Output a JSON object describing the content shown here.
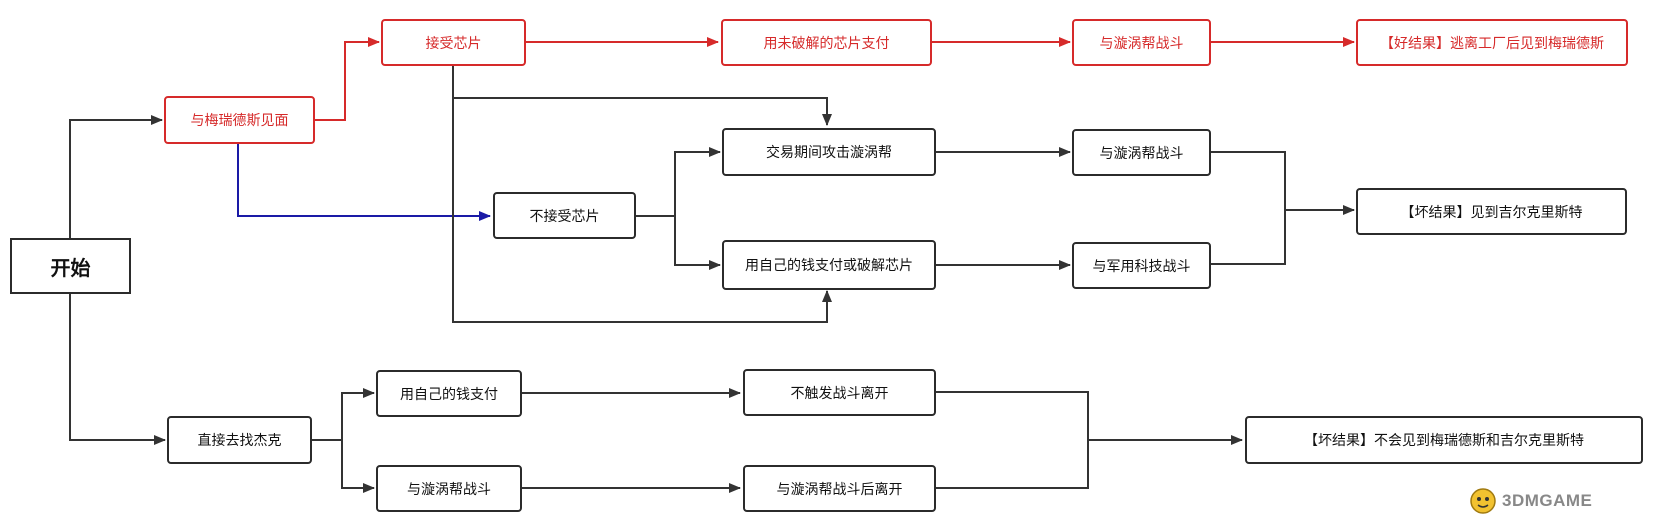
{
  "colors": {
    "default_line": "#333333",
    "red_path": "#d62a2a",
    "blue_path": "#1a1aa6"
  },
  "nodes": {
    "start": "开始",
    "meet_mereditz": "与梅瑞德斯见面",
    "accept_chip": "接受芯片",
    "pay_uncracked_chip": "用未破解的芯片支付",
    "fight_vortex_red": "与漩涡帮战斗",
    "good_end": "【好结果】逃离工厂后见到梅瑞德斯",
    "attack_during_trade": "交易期间攻击漩涡帮",
    "fight_vortex_mid": "与漩涡帮战斗",
    "reject_chip": "不接受芯片",
    "bad_end_1": "【坏结果】见到吉尔克里斯特",
    "pay_own_or_crack": "用自己的钱支付或破解芯片",
    "fight_militech": "与军用科技战斗",
    "go_to_jackie": "直接去找杰克",
    "pay_own_money": "用自己的钱支付",
    "leave_no_fight": "不触发战斗离开",
    "bad_end_2": "【坏结果】不会见到梅瑞德斯和吉尔克里斯特",
    "fight_vortex_low": "与漩涡帮战斗",
    "leave_after_fight": "与漩涡帮战斗后离开"
  },
  "watermark": {
    "text": "3DMGAME",
    "icon": "3dm-mascot-icon"
  }
}
